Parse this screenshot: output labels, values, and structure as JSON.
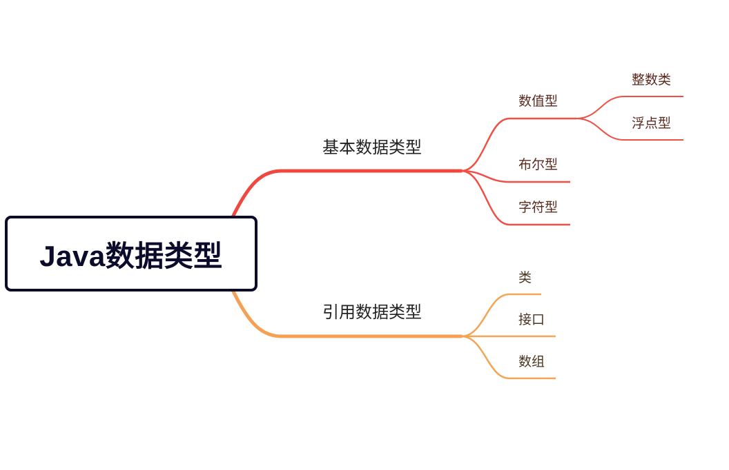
{
  "root": {
    "label": "Java数据类型"
  },
  "colors": {
    "primitive_branch": "#f0473f",
    "primitive_leaf": "#ef4f45",
    "reference_branch": "#f4a155",
    "reference_leaf": "#f2a552",
    "root_border": "#0b0b2b"
  },
  "branches": [
    {
      "label": "基本数据类型",
      "children": [
        {
          "label": "数值型",
          "children": [
            {
              "label": "整数类"
            },
            {
              "label": "浮点型"
            }
          ]
        },
        {
          "label": "布尔型"
        },
        {
          "label": "字符型"
        }
      ]
    },
    {
      "label": "引用数据类型",
      "children": [
        {
          "label": "类"
        },
        {
          "label": "接口"
        },
        {
          "label": "数组"
        }
      ]
    }
  ]
}
